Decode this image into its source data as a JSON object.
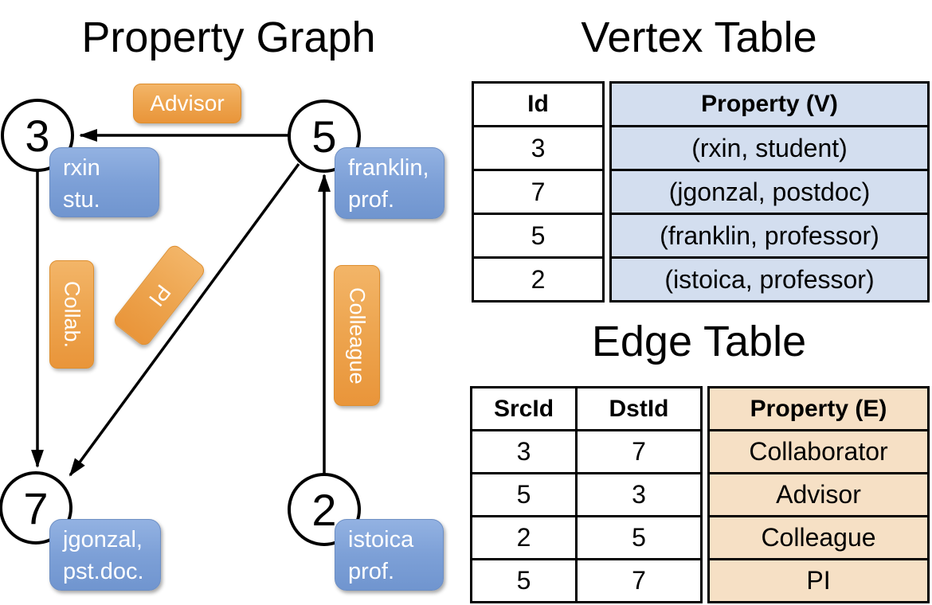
{
  "colors": {
    "edge_label_orange_top": "#F3B568",
    "edge_label_orange_bottom": "#E9953A",
    "node_property_blue_top": "#93B2E2",
    "node_property_blue_bottom": "#7095CF",
    "vertex_table_fill": "#D3DEEF",
    "edge_table_fill": "#F6E0C5",
    "line_color": "#000000"
  },
  "graph": {
    "title": "Property Graph",
    "nodes": {
      "n3": {
        "id": "3",
        "line1": "rxin",
        "line2": "stu."
      },
      "n5": {
        "id": "5",
        "line1": "franklin,",
        "line2": "prof."
      },
      "n7": {
        "id": "7",
        "line1": "jgonzal,",
        "line2": "pst.doc."
      },
      "n2": {
        "id": "2",
        "line1": "istoica",
        "line2": "prof."
      }
    },
    "edge_labels": {
      "advisor": "Advisor",
      "collab": "Collab.",
      "pi": "PI",
      "colleague": "Colleague"
    }
  },
  "vertex_table": {
    "title": "Vertex Table",
    "col_id": "Id",
    "col_property": "Property (V)",
    "rows": [
      {
        "id": "3",
        "property": "(rxin, student)"
      },
      {
        "id": "7",
        "property": "(jgonzal, postdoc)"
      },
      {
        "id": "5",
        "property": "(franklin, professor)"
      },
      {
        "id": "2",
        "property": "(istoica, professor)"
      }
    ]
  },
  "edge_table": {
    "title": "Edge Table",
    "col_src": "SrcId",
    "col_dst": "DstId",
    "col_property": "Property (E)",
    "rows": [
      {
        "src": "3",
        "dst": "7",
        "property": "Collaborator"
      },
      {
        "src": "5",
        "dst": "3",
        "property": "Advisor"
      },
      {
        "src": "2",
        "dst": "5",
        "property": "Colleague"
      },
      {
        "src": "5",
        "dst": "7",
        "property": "PI"
      }
    ]
  }
}
